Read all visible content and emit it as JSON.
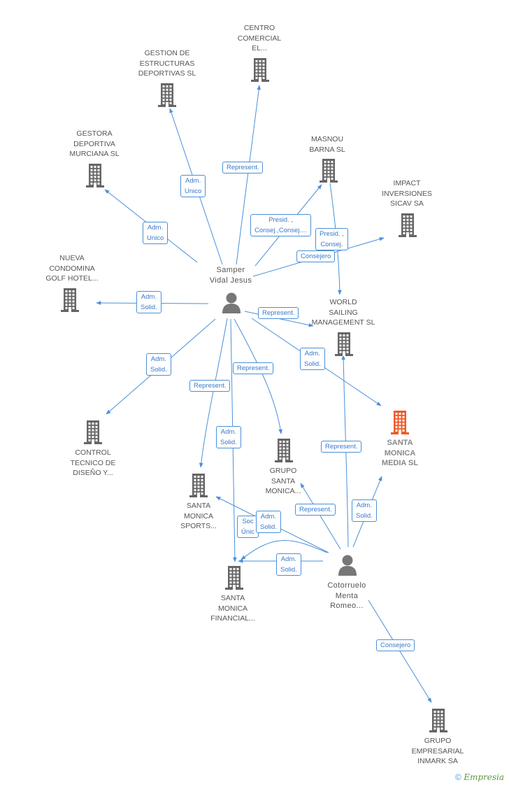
{
  "colors": {
    "edge": "#4a90d9",
    "company_icon": "#666666",
    "highlight_icon": "#f05a28",
    "person_icon": "#777777"
  },
  "nodes": [
    {
      "id": "centro",
      "label": "CENTRO\nCOMERCIAL\nEL...",
      "kind": "company"
    },
    {
      "id": "gestion",
      "label": "GESTION DE\nESTRUCTURAS\nDEPORTIVAS SL",
      "kind": "company"
    },
    {
      "id": "gestora",
      "label": "GESTORA\nDEPORTIVA\nMURCIANA SL",
      "kind": "company"
    },
    {
      "id": "masnou",
      "label": "MASNOU\nBARNA SL",
      "kind": "company"
    },
    {
      "id": "impact",
      "label": "IMPACT\nINVERSIONES\nSICAV SA",
      "kind": "company"
    },
    {
      "id": "nueva",
      "label": "NUEVA\nCONDOMINA\nGOLF HOTEL...",
      "kind": "company"
    },
    {
      "id": "samper",
      "label": "Samper\nVidal Jesus",
      "kind": "person"
    },
    {
      "id": "world",
      "label": "WORLD\nSAILING\nMANAGEMENT SL",
      "kind": "company"
    },
    {
      "id": "santamedia",
      "label": "SANTA\nMONICA\nMEDIA SL",
      "kind": "highlight"
    },
    {
      "id": "control",
      "label": "CONTROL\nTECNICO DE\nDISEÑO Y...",
      "kind": "company"
    },
    {
      "id": "grupo",
      "label": "GRUPO\nSANTA\nMONICA...",
      "kind": "company"
    },
    {
      "id": "sports",
      "label": "SANTA\nMONICA\nSPORTS...",
      "kind": "company"
    },
    {
      "id": "cotorruelo",
      "label": "Cotorruelo\nMenta\nRomeo...",
      "kind": "person"
    },
    {
      "id": "financial",
      "label": "SANTA\nMONICA\nFINANCIAL...",
      "kind": "company"
    },
    {
      "id": "inmark",
      "label": "GRUPO\nEMPRESARIAL\nINMARK SA",
      "kind": "company"
    }
  ],
  "edges": [
    {
      "from": "samper",
      "to": "centro",
      "label": "Represent."
    },
    {
      "from": "samper",
      "to": "gestion",
      "label": "Adm.\nUnico"
    },
    {
      "from": "samper",
      "to": "gestora",
      "label": "Adm.\nUnico"
    },
    {
      "from": "samper",
      "to": "masnou",
      "label": "Presid. ,\nConsej.,Consej...."
    },
    {
      "from": "masnou",
      "to": "world",
      "label": "Presid. ,\nConsej."
    },
    {
      "from": "samper",
      "to": "impact",
      "label": "Consejero"
    },
    {
      "from": "samper",
      "to": "nueva",
      "label": "Adm.\nSolid."
    },
    {
      "from": "samper",
      "to": "world",
      "label": "Represent."
    },
    {
      "from": "samper",
      "to": "santamedia",
      "label": "Adm.\nSolid."
    },
    {
      "from": "samper",
      "to": "control",
      "label": "Adm.\nSolid."
    },
    {
      "from": "samper",
      "to": "grupo",
      "label": "Represent."
    },
    {
      "from": "samper",
      "to": "sports",
      "label": "Represent."
    },
    {
      "from": "samper",
      "to": "financial",
      "label": "Adm.\nSolid."
    },
    {
      "from": "cotorruelo",
      "to": "sports",
      "label": "Soc\nÚnic"
    },
    {
      "from": "cotorruelo",
      "to": "financial",
      "label": "Adm.\nSolid."
    },
    {
      "from": "cotorruelo",
      "to": "financial",
      "label": "Adm.\nSolid."
    },
    {
      "from": "cotorruelo",
      "to": "grupo",
      "label": "Represent."
    },
    {
      "from": "cotorruelo",
      "to": "world",
      "label": "Represent."
    },
    {
      "from": "cotorruelo",
      "to": "santamedia",
      "label": "Adm.\nSolid."
    },
    {
      "from": "cotorruelo",
      "to": "inmark",
      "label": "Consejero"
    }
  ],
  "footer": {
    "copyright": "©",
    "brand": "Empresia"
  }
}
